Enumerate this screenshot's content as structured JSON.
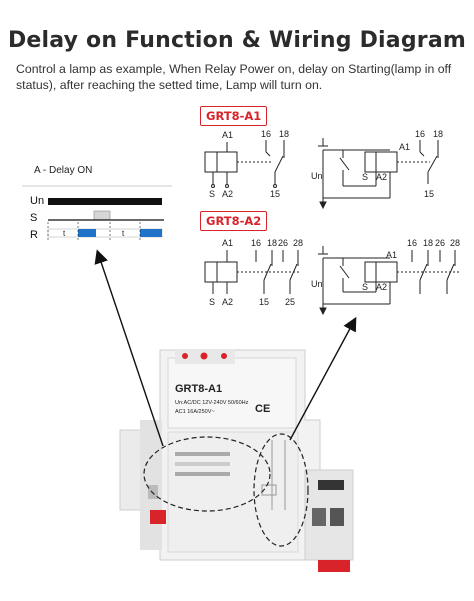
{
  "title": "Delay on Function & Wiring Diagram",
  "description": "Control a lamp as example, When Relay Power on, delay on Starting(lamp in off status), after reaching the setted time, Lamp will turn on.",
  "models": {
    "a1": "GRT8-A1",
    "a2": "GRT8-A2"
  },
  "timing": {
    "label": "A - Delay ON",
    "channels": [
      "Un",
      "S",
      "R"
    ],
    "t_mark": "t"
  },
  "terminals": {
    "a1": "A1",
    "a2": "A2",
    "s": "S",
    "t15": "15",
    "t16": "16",
    "t18": "18",
    "t25": "25",
    "t26": "26",
    "t28": "28",
    "un": "Un"
  },
  "device": {
    "model": "GRT8-A1",
    "rating_line1": "Un:AC/DC 12V-240V 50/60Hz",
    "rating_line2": "AC1 16A/250V~",
    "ce_mark": "CE"
  },
  "colors": {
    "accent_red": "#d8232a",
    "signal_blue": "#1f73c9",
    "black_bar": "#111111",
    "relay_body": "#f0f0f0"
  }
}
